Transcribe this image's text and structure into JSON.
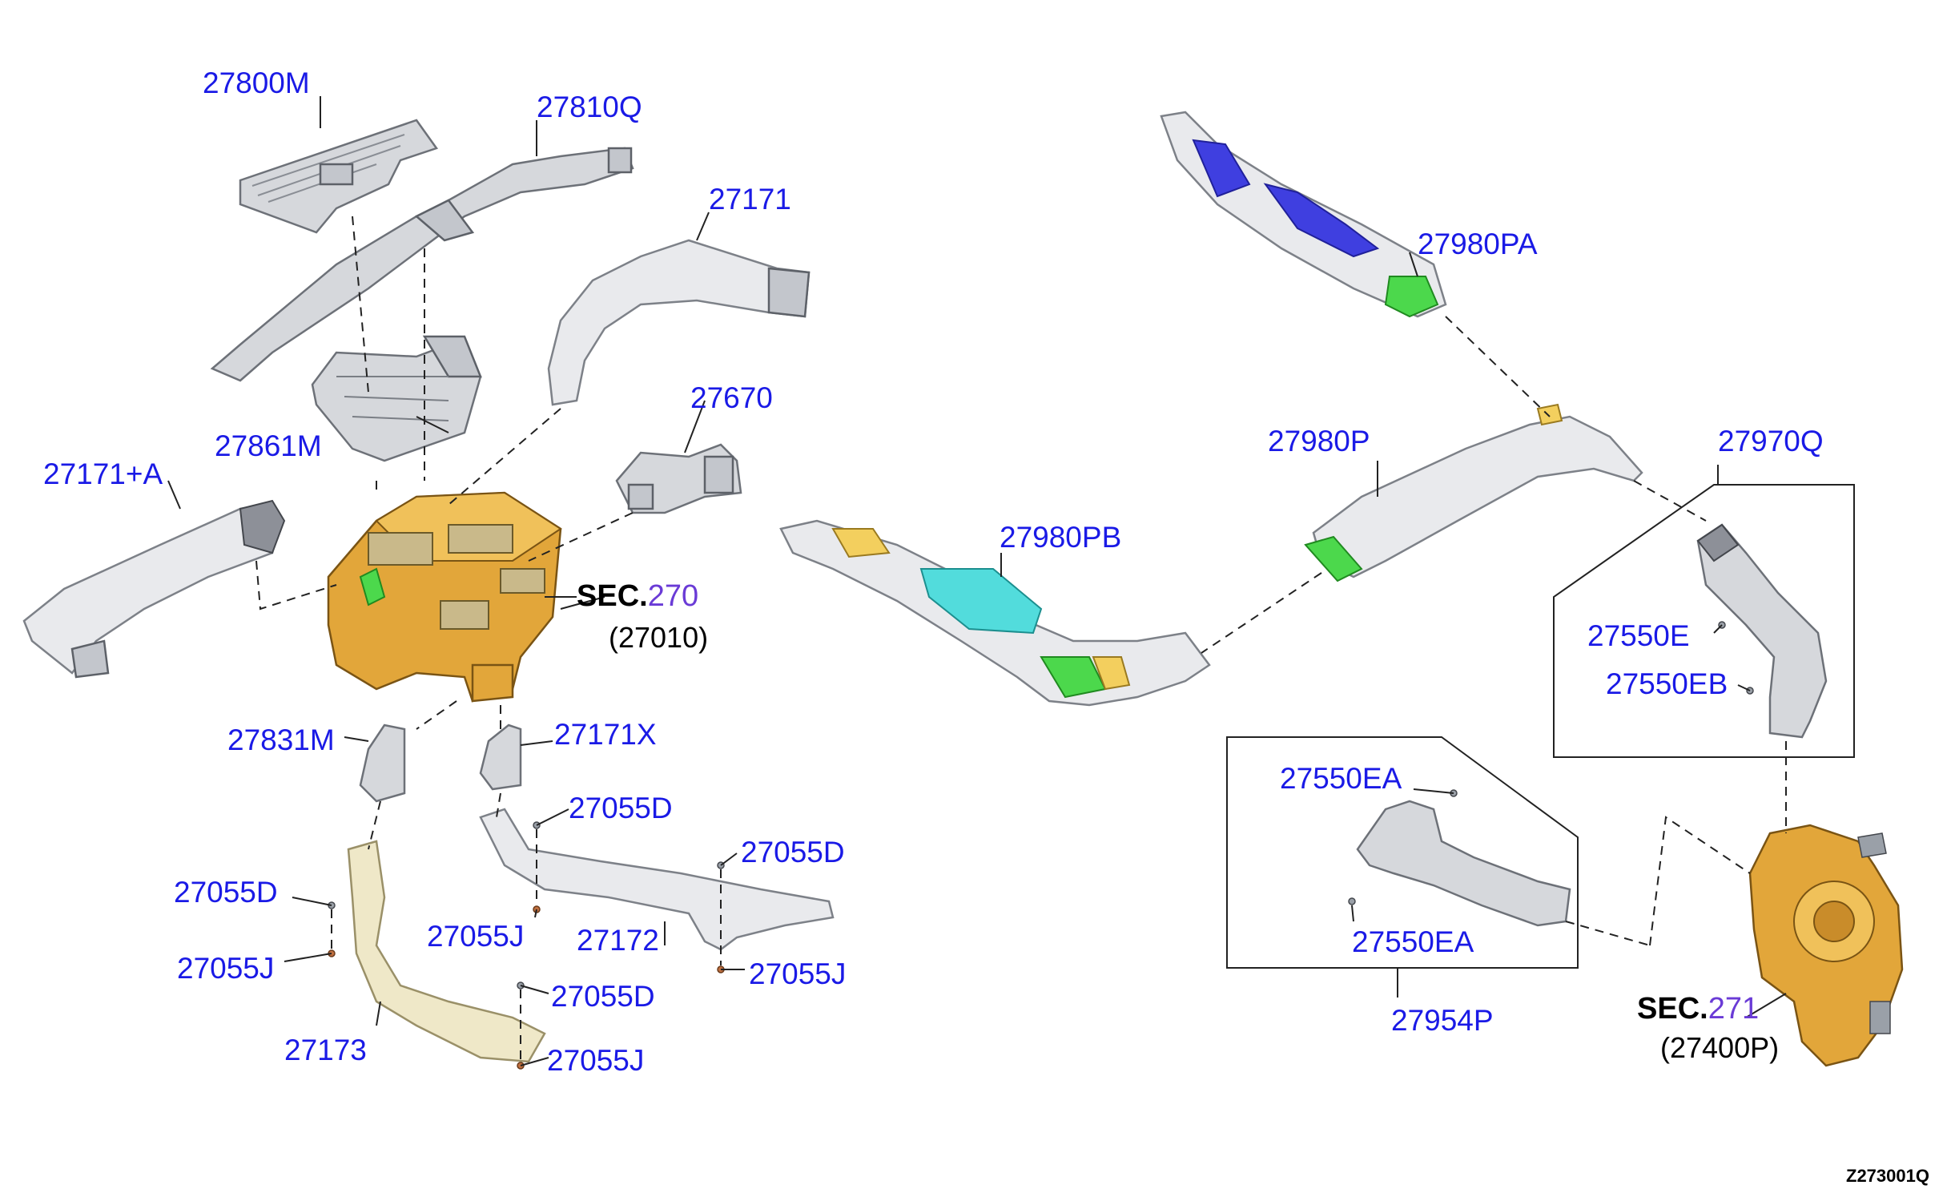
{
  "labels": {
    "p27800M": "27800M",
    "p27810Q": "27810Q",
    "p27171": "27171",
    "p27861M": "27861M",
    "p27670": "27670",
    "p27171A": "27171+A",
    "p27831M": "27831M",
    "p27171X": "27171X",
    "p27055D_a": "27055D",
    "p27055D_b": "27055D",
    "p27055D_c": "27055D",
    "p27055D_d": "27055D",
    "p27055J_a": "27055J",
    "p27055J_b": "27055J",
    "p27055J_c": "27055J",
    "p27055J_d": "27055J",
    "p27172": "27172",
    "p27173": "27173",
    "p27980PA": "27980PA",
    "p27980P": "27980P",
    "p27980PB": "27980PB",
    "p27970Q": "27970Q",
    "p27550E": "27550E",
    "p27550EB": "27550EB",
    "p27550EA_a": "27550EA",
    "p27550EA_b": "27550EA",
    "p27954P": "27954P"
  },
  "sections": {
    "heater_unit": {
      "prefix": "SEC.",
      "number": "270",
      "ref": "(27010)"
    },
    "blower_unit": {
      "prefix": "SEC.",
      "number": "271",
      "ref": "(27400P)"
    }
  },
  "diagram_code": "Z273001Q",
  "colors": {
    "label_blue": "#1a1ae6",
    "section_number": "#6a3bd6",
    "heater_gold": "#e2a63a",
    "duct_blue": "#3f3fe0",
    "duct_green": "#4cd84c",
    "duct_cyan": "#52dcdc"
  }
}
